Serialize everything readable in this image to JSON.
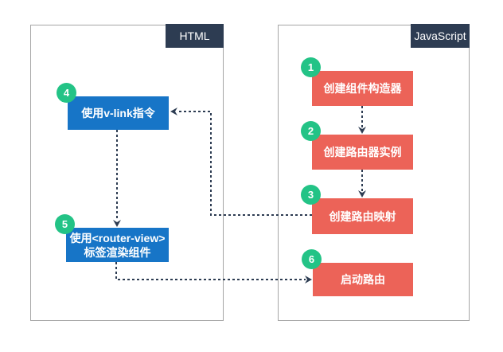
{
  "colors": {
    "blue": "#1775c7",
    "red": "#ec6358",
    "green": "#23c386",
    "navy": "#2d3c52",
    "container_border": "#a6a6a6",
    "background": "#ffffff",
    "text_on_fill": "#ffffff"
  },
  "containers": {
    "html": {
      "label": "HTML"
    },
    "javascript": {
      "label": "JavaScript"
    }
  },
  "nodes": {
    "create_component_constructor": {
      "number": "1",
      "label": "创建组件构造器",
      "container": "JavaScript",
      "color": "red"
    },
    "create_router_instance": {
      "number": "2",
      "label": "创建路由器实例",
      "container": "JavaScript",
      "color": "red"
    },
    "create_route_map": {
      "number": "3",
      "label": "创建路由映射",
      "container": "JavaScript",
      "color": "red"
    },
    "use_vlink_directive": {
      "number": "4",
      "label": "使用v-link指令",
      "container": "HTML",
      "color": "blue"
    },
    "use_router_view": {
      "number": "5",
      "label_line1": "使用<router-view>",
      "label_line2": "标签渲染组件",
      "container": "HTML",
      "color": "blue"
    },
    "start_router": {
      "number": "6",
      "label": "启动路由",
      "container": "JavaScript",
      "color": "red"
    }
  },
  "edges": [
    {
      "from_step": "1",
      "to_step": "2"
    },
    {
      "from_step": "2",
      "to_step": "3"
    },
    {
      "from_step": "3",
      "to_step": "4"
    },
    {
      "from_step": "4",
      "to_step": "5"
    },
    {
      "from_step": "5",
      "to_step": "6"
    }
  ]
}
